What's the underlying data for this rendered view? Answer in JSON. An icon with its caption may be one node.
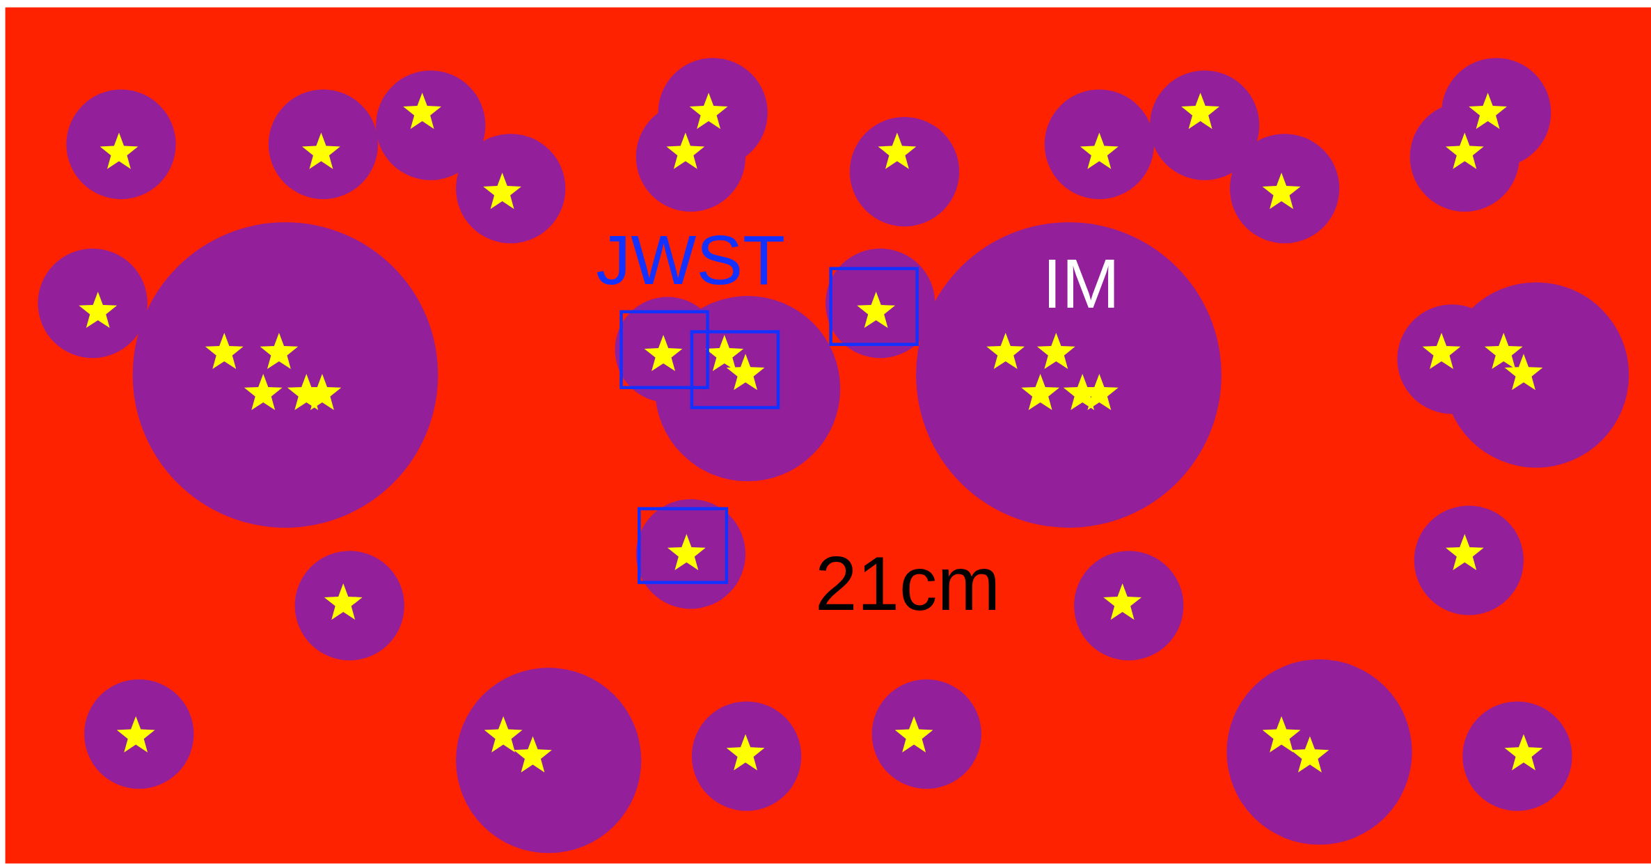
{
  "diagram": {
    "labels": [
      "JWST",
      "IM",
      "21cm"
    ]
  }
}
